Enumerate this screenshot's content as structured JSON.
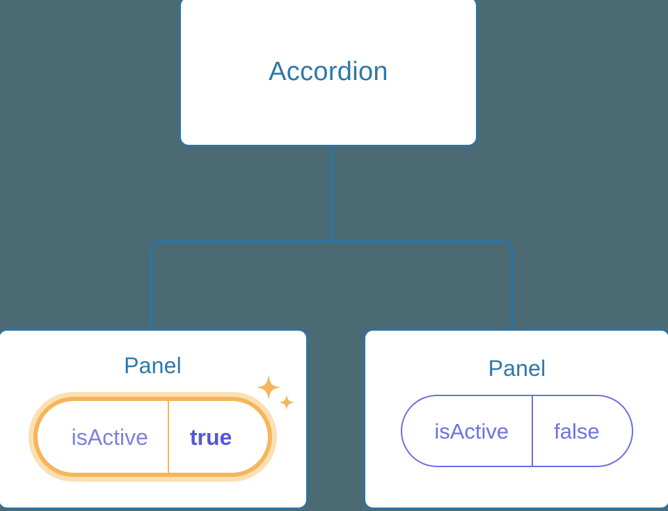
{
  "diagram": {
    "type": "component-tree",
    "background_color": "#4b6a74",
    "node_border_color": "#2f73a0",
    "node_text_color": "#2d78a8",
    "edge_color": "#2277b5",
    "highlight_color": "#f6b55a",
    "highlight_glow_color": "#fbe0b4",
    "prop_color": "#6e72e3",
    "prop_value_active_color": "#5257d8"
  },
  "root": {
    "label": "Accordion"
  },
  "panels": [
    {
      "label": "Panel",
      "highlighted": true,
      "prop": {
        "key": "isActive",
        "value": "true"
      },
      "sparkle_icons": [
        "sparkle-large-icon",
        "sparkle-small-icon"
      ]
    },
    {
      "label": "Panel",
      "highlighted": false,
      "prop": {
        "key": "isActive",
        "value": "false"
      }
    }
  ],
  "edges": [
    {
      "from": "Accordion",
      "to": "Panel-left"
    },
    {
      "from": "Accordion",
      "to": "Panel-right"
    }
  ]
}
